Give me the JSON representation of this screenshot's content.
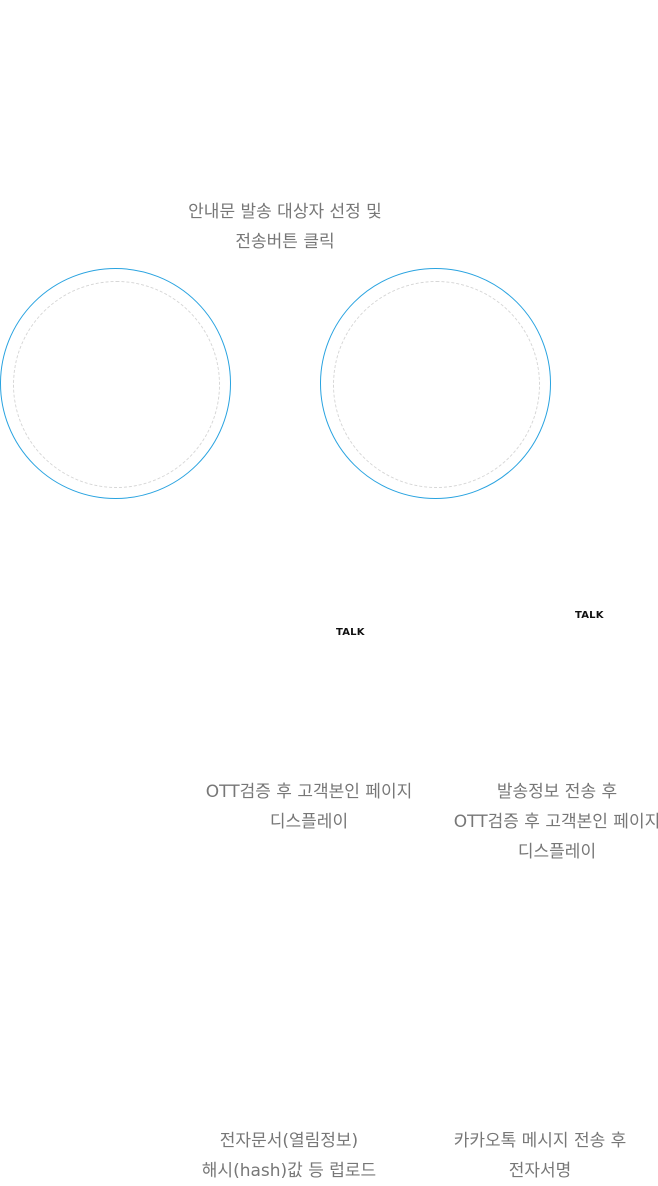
{
  "colors": {
    "circle_outer": "#29a3e0",
    "circle_inner_dashed": "#d6d6d6",
    "caption_text": "#777777",
    "talk_text": "#111111"
  },
  "steps": [
    {
      "line1": "안내문 발송 대상자 선정 및",
      "line2": "전송버튼 클릭"
    },
    {
      "line1": "OTT검증 후 고객본인 페이지",
      "line2": "디스플레이"
    },
    {
      "line1": "발송정보 전송 후",
      "line2": "OTT검증 후 고객본인 페이지",
      "line3": "디스플레이"
    },
    {
      "line1": "전자문서(열림정보)",
      "line2": "해시(hash)값 등 럽로드"
    },
    {
      "line1": "카카오톡 메시지 전송 후",
      "line2": "전자서명"
    }
  ],
  "talk_labels": [
    "TALK",
    "TALK"
  ]
}
